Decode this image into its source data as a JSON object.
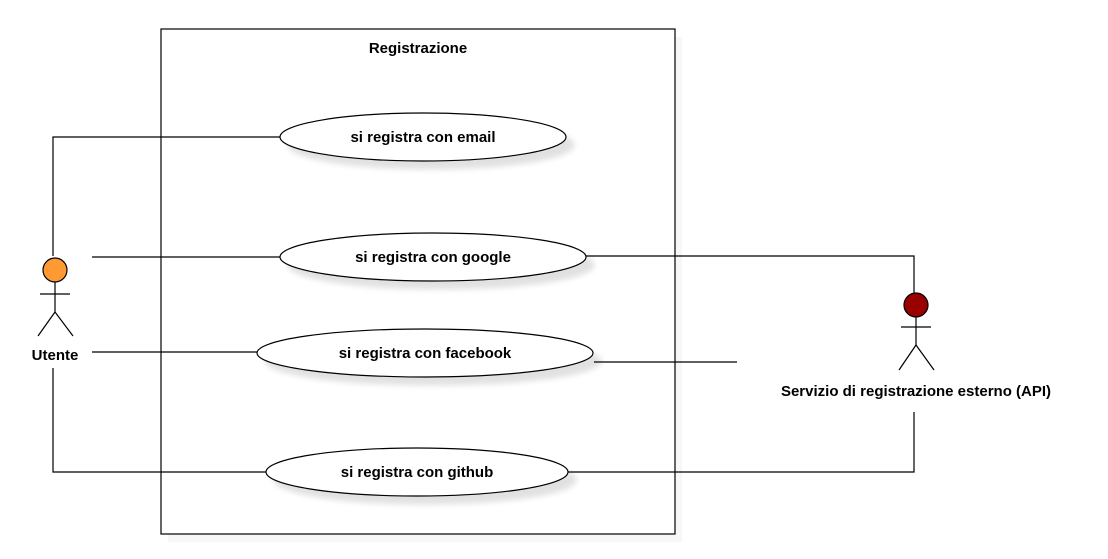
{
  "system": {
    "title": "Registrazione"
  },
  "actors": {
    "user": {
      "name": "Utente",
      "color": "#FF9933"
    },
    "external": {
      "name": "Servizio di registrazione esterno (API)",
      "color": "#990000"
    }
  },
  "use_cases": [
    {
      "label": "si registra con email"
    },
    {
      "label": "si registra con google"
    },
    {
      "label": "si registra con facebook"
    },
    {
      "label": "si registra con github"
    }
  ]
}
